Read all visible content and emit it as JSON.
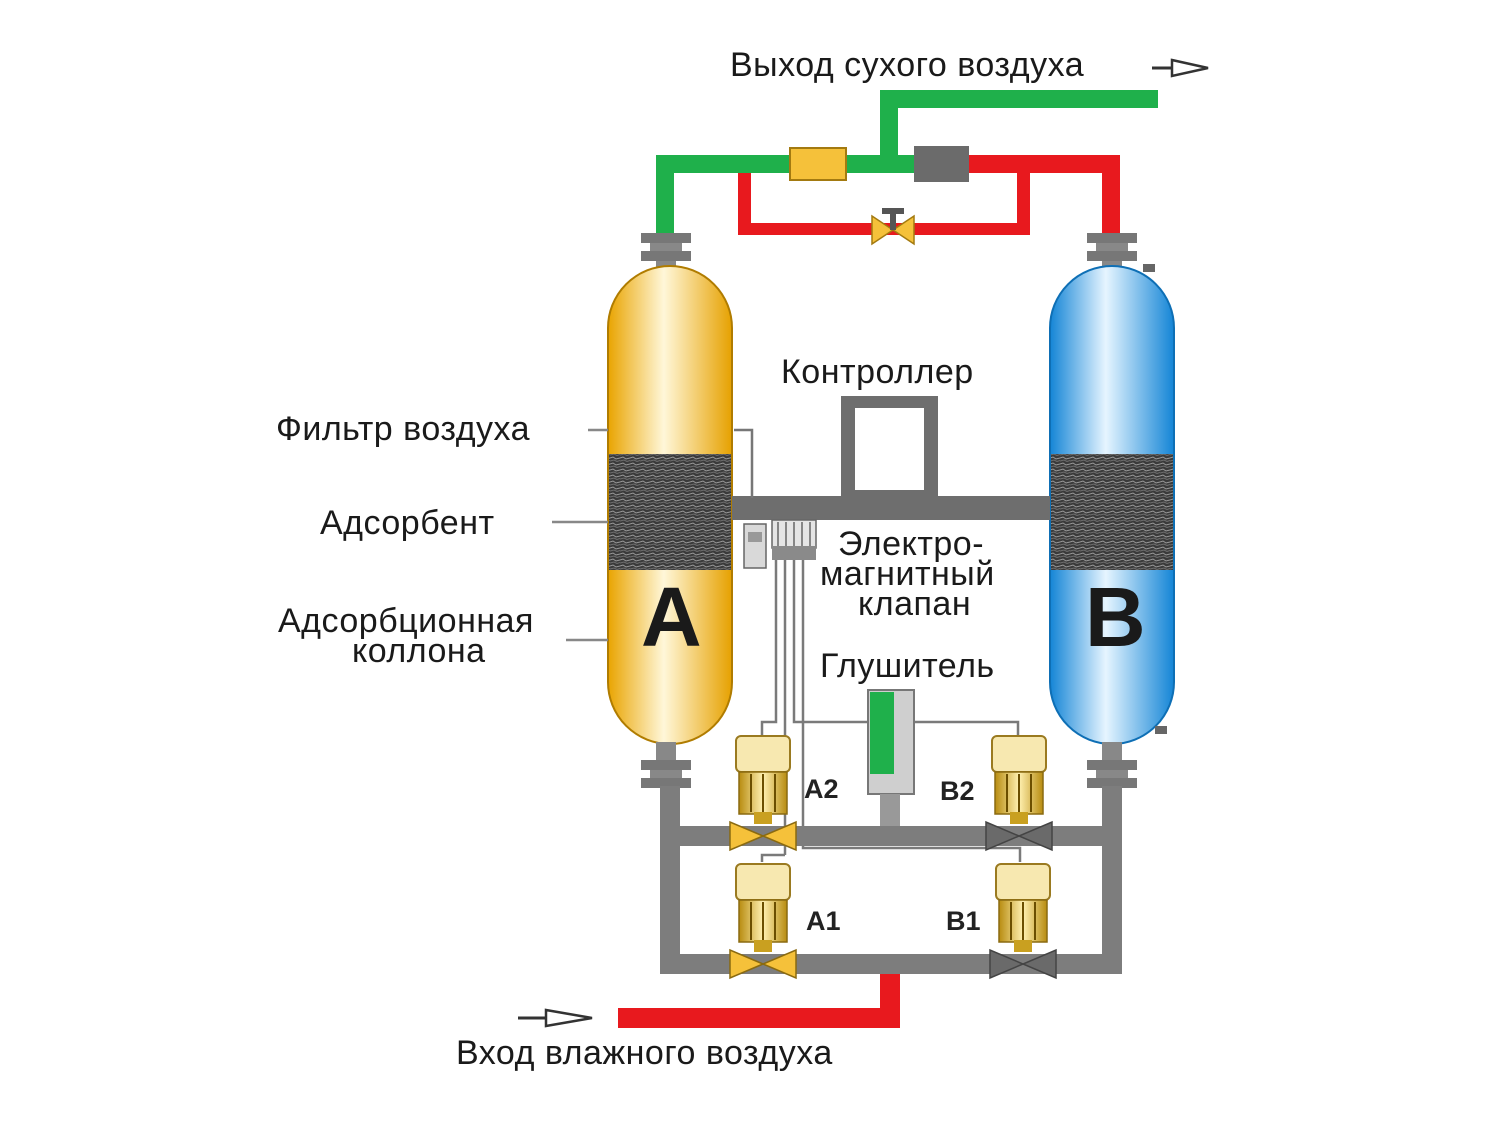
{
  "labels": {
    "dry_air_outlet": "Выход сухого воздуха",
    "wet_air_inlet": "Вход влажного воздуха",
    "controller": "Контроллер",
    "air_filter": "Фильтр воздуха",
    "adsorbent": "Адсорбент",
    "adsorption_column_line1": "Адсорбционная",
    "adsorption_column_line2": "коллона",
    "solenoid_line1": "Электро-",
    "solenoid_line2": "магнитный",
    "solenoid_line3": "клапан",
    "silencer": "Глушитель"
  },
  "columns": {
    "left": {
      "letter": "A",
      "color": "#f5b91c"
    },
    "right": {
      "letter": "B",
      "color": "#2f9ee6"
    }
  },
  "valves": {
    "a1": "A1",
    "a2": "A2",
    "b1": "B1",
    "b2": "B2"
  },
  "colors": {
    "dry_pipe": "#1fb04b",
    "wet_pipe": "#e8191e",
    "gray_pipe": "#7d7d7d",
    "valve_gold": "#f2c233",
    "silencer_green": "#1fb04b"
  }
}
